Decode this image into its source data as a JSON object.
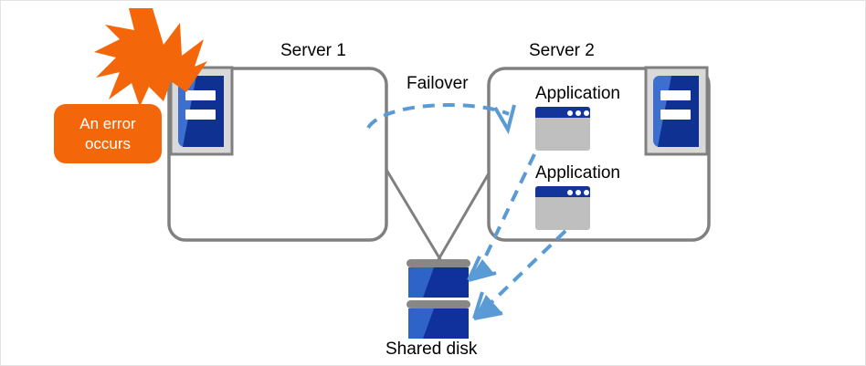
{
  "diagram": {
    "title_note": "Failover cluster diagram",
    "error_badge": {
      "line1": "An error",
      "line2": "occurs",
      "fill": "#F4660A",
      "text_color": "#FFFFFF"
    },
    "burst": {
      "name": "error-burst",
      "fill": "#F4660A"
    },
    "servers": [
      {
        "id": "server-1",
        "label": "Server 1",
        "apps": [],
        "icon_side": "left"
      },
      {
        "id": "server-2",
        "label": "Server 2",
        "apps": [
          {
            "label": "Application"
          },
          {
            "label": "Application"
          }
        ],
        "icon_side": "right"
      }
    ],
    "failover": {
      "label": "Failover",
      "color": "#5B9BD5"
    },
    "shared_disk": {
      "label": "Shared disk",
      "blue_light": "#2E64C8",
      "blue_dark": "#10309B",
      "bar_gray": "#878787"
    },
    "colors": {
      "box_border": "#808080",
      "icon_frame": "#D9D9D9",
      "icon_frame_border": "#808080",
      "icon_blue_light": "#3C6FD0",
      "icon_blue_dark": "#0E3192",
      "app_titlebar": "#13359B",
      "app_body": "#BFBFBF",
      "dash_blue": "#5B9BD5",
      "link_gray": "#808080",
      "page_border": "#E3E3E3"
    }
  }
}
